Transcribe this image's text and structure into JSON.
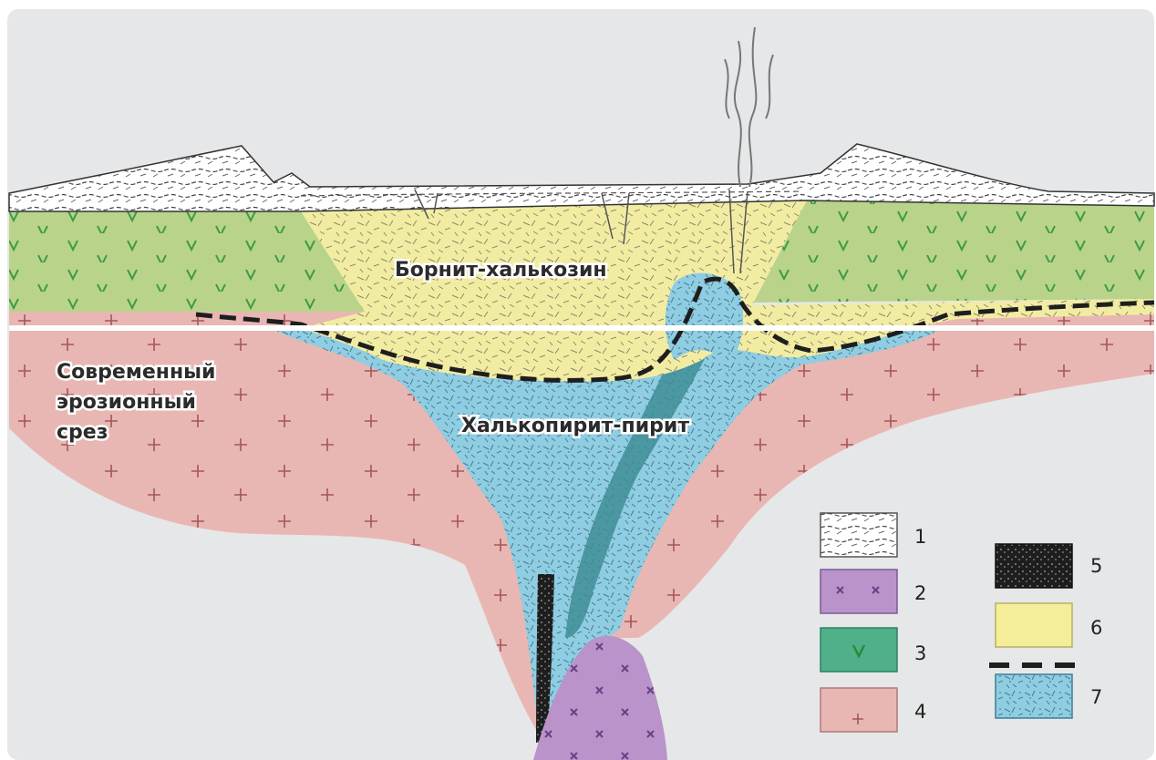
{
  "labels": {
    "zone_upper": "Борнит-халькозин",
    "zone_lower": "Халькопирит-пирит",
    "erosion_line1": "Современный",
    "erosion_line2": "эрозионный",
    "erosion_line3": "срез"
  },
  "legend": [
    {
      "number": "1",
      "fill": "#ffffff",
      "pattern": "hatch-dashes"
    },
    {
      "number": "2",
      "fill": "#b993c9",
      "pattern": "x-marks"
    },
    {
      "number": "3",
      "fill": "#4fb08a",
      "pattern": "v-marks"
    },
    {
      "number": "4",
      "fill": "#e9b7b3",
      "pattern": "plus-marks"
    },
    {
      "number": "5",
      "fill": "#1e1e1e",
      "pattern": "speckle"
    },
    {
      "number": "6",
      "fill": "#f4ee9a",
      "pattern": "plain"
    },
    {
      "number": "7",
      "fill": "#8fcde2",
      "pattern": "dots",
      "dashed_top": true
    }
  ],
  "colors": {
    "background": "#e6e7e8",
    "volcanic_green": "#b9d48a",
    "granite_pink": "#e9b7b3",
    "intrusion_purple": "#b993c9",
    "oxidized_yellow": "#f2eca3",
    "primary_blue": "#8fcde2",
    "core_dark_blue": "#3f8d97"
  }
}
